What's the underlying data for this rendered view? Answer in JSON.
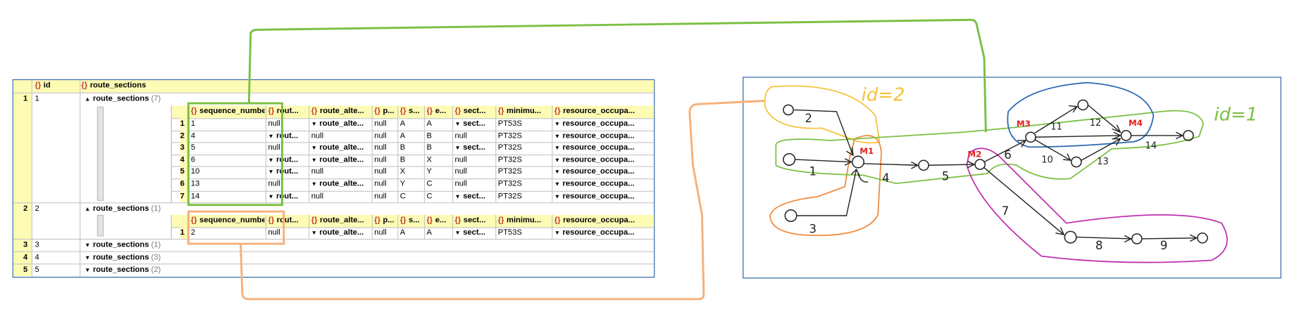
{
  "table": {
    "columns": {
      "id": "id",
      "route_sections": "route_sections",
      "json_icon": "{}"
    },
    "rows": [
      {
        "num": "1",
        "id": "1",
        "label": "route_sections",
        "count": "(7)"
      },
      {
        "num": "2",
        "id": "2",
        "label": "route_sections",
        "count": "(1)"
      },
      {
        "num": "3",
        "id": "3",
        "label": "route_sections",
        "count": "(1)"
      },
      {
        "num": "4",
        "id": "4",
        "label": "route_sections",
        "count": "(3)"
      },
      {
        "num": "5",
        "id": "5",
        "label": "route_sections",
        "count": "(2)"
      }
    ],
    "inner_headers": [
      "sequence_number",
      "rout...",
      "route_alte...",
      "p...",
      "s...",
      "e...",
      "sect...",
      "minimu...",
      "resource_occupa..."
    ],
    "inner1": [
      [
        "1",
        "1",
        "null",
        "route_alte...",
        "null",
        "A",
        "A",
        "sect...",
        "PT53S",
        "resource_occupa..."
      ],
      [
        "2",
        "4",
        "rout...",
        "null",
        "null",
        "A",
        "B",
        "null",
        "PT32S",
        "resource_occupa..."
      ],
      [
        "3",
        "5",
        "null",
        "route_alte...",
        "null",
        "B",
        "B",
        "sect...",
        "PT32S",
        "resource_occupa..."
      ],
      [
        "4",
        "6",
        "rout...",
        "route_alte...",
        "null",
        "B",
        "X",
        "null",
        "PT32S",
        "resource_occupa..."
      ],
      [
        "5",
        "10",
        "rout...",
        "null",
        "null",
        "X",
        "Y",
        "null",
        "PT32S",
        "resource_occupa..."
      ],
      [
        "6",
        "13",
        "null",
        "route_alte...",
        "null",
        "Y",
        "C",
        "null",
        "PT32S",
        "resource_occupa..."
      ],
      [
        "7",
        "14",
        "rout...",
        "null",
        "null",
        "C",
        "C",
        "sect...",
        "PT32S",
        "resource_occupa..."
      ]
    ],
    "inner2": [
      [
        "1",
        "2",
        "null",
        "route_alte...",
        "null",
        "A",
        "A",
        "sect...",
        "PT53S",
        "resource_occupa..."
      ]
    ]
  },
  "diagram": {
    "group_labels": {
      "id2": "id=2",
      "id1": "id=1"
    },
    "markers": [
      "M1",
      "M2",
      "M3",
      "M4"
    ],
    "edge_labels": [
      "2",
      "1",
      "3",
      "4",
      "5",
      "6",
      "7",
      "8",
      "9",
      "10",
      "11",
      "12",
      "13",
      "14"
    ]
  },
  "colors": {
    "header_bg": "#fdfbb4",
    "panel_border": "#2d5fa3",
    "green_highlight": "#7bc043",
    "orange_highlight": "#f6b07a",
    "marker_red": "#e02020",
    "magenta": "#c02fb0",
    "blue_loop": "#2a6ab0",
    "orange_loop": "#f08a3c",
    "yellow_loop": "#f5c23c"
  }
}
